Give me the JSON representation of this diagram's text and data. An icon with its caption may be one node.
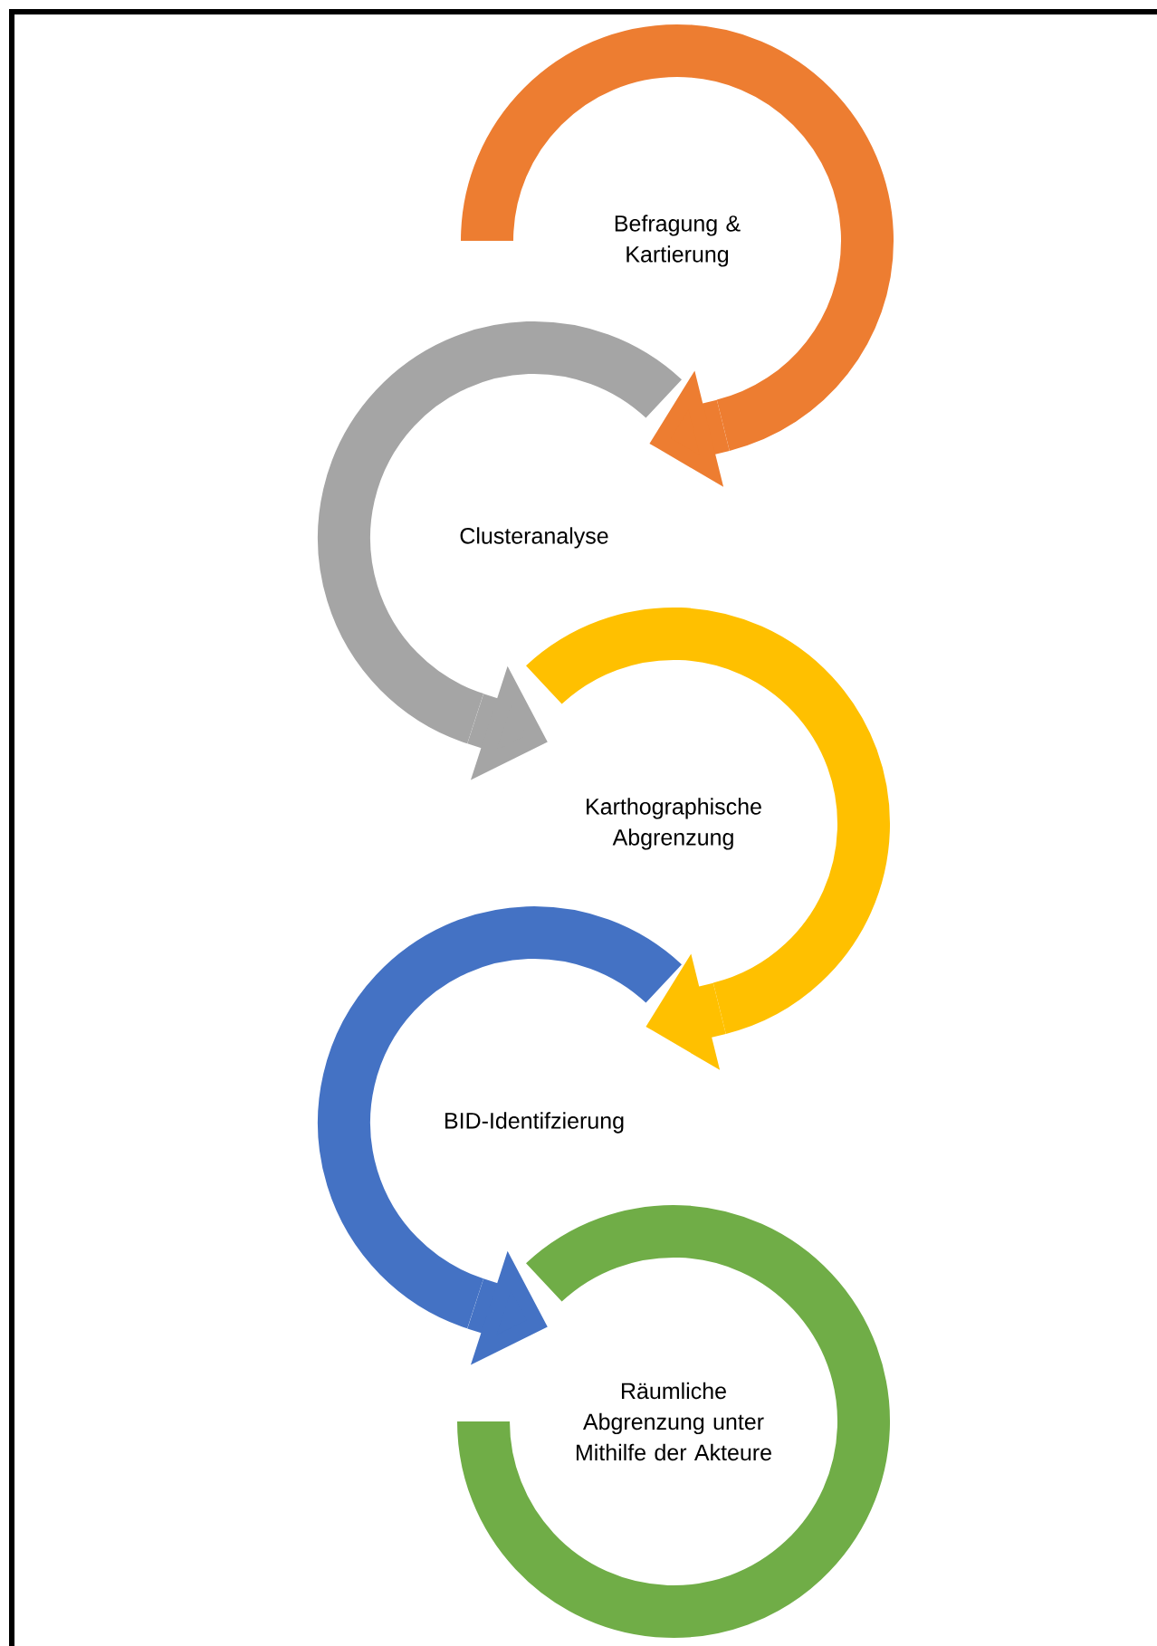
{
  "diagram": {
    "nodes": [
      {
        "text": [
          "Befragung & Kartierung"
        ]
      },
      {
        "text": [
          "Clusteranalyse"
        ]
      },
      {
        "text": [
          "Karthographische Abgrenzung"
        ]
      },
      {
        "text": [
          "BID-Identifzierung"
        ]
      },
      {
        "text": [
          "Räumliche Abgrenzung unter Mithilfe der Akteure"
        ]
      }
    ],
    "edges": [
      {
        "from": 0,
        "to": 1,
        "arrow": "to",
        "color": "#ed7d31"
      },
      {
        "from": 1,
        "to": 2,
        "arrow": "to",
        "color": "#a5a5a5"
      },
      {
        "from": 2,
        "to": 3,
        "arrow": "to",
        "color": "#ffc000"
      },
      {
        "from": 3,
        "to": 4,
        "arrow": "to",
        "color": "#4472c4"
      }
    ]
  }
}
